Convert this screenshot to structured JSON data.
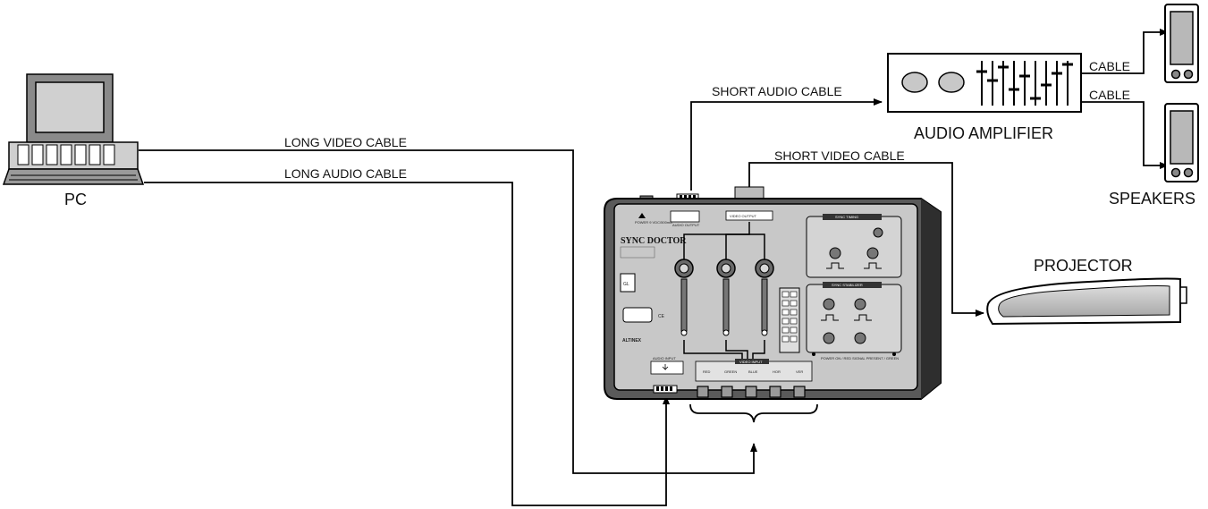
{
  "labels": {
    "pc": "PC",
    "long_video_cable": "LONG  VIDEO  CABLE",
    "long_audio_cable": "LONG AUDIO  CABLE",
    "short_audio_cable": "SHORT AUDIO CABLE",
    "short_video_cable": "SHORT VIDEO CABLE",
    "audio_amplifier": "AUDIO AMPLIFIER",
    "cable_top": "CABLE",
    "cable_bottom": "CABLE",
    "speakers": "SPEAKERS",
    "projector": "PROJECTOR"
  },
  "device": {
    "brand": "SYNC DOCTOR",
    "maker": "ALTINEX",
    "ce_mark": "CE",
    "gl_mark": "GL",
    "power_label": "POWER 9 VDC/500mA",
    "audio_output": "AUDIO OUTPUT",
    "audio_input": "AUDIO INPUT",
    "video_output": "VIDEO OUTPUT",
    "video_input": "VIDEO INPUT",
    "sync_timing": "SYNC TIMING",
    "sync_stabilizer": "SYNC STABILIZER",
    "power_signal": "POWER ON / RED  SIGNAL PRESENT / GREEN",
    "inputs": [
      "RED",
      "GREEN",
      "BLUE",
      "HOR",
      "VER"
    ]
  },
  "colors": {
    "line": "#000000",
    "panel": "#c8c8c8",
    "body": "#5a5a5a",
    "projector_lens": "#b0b0b0"
  }
}
